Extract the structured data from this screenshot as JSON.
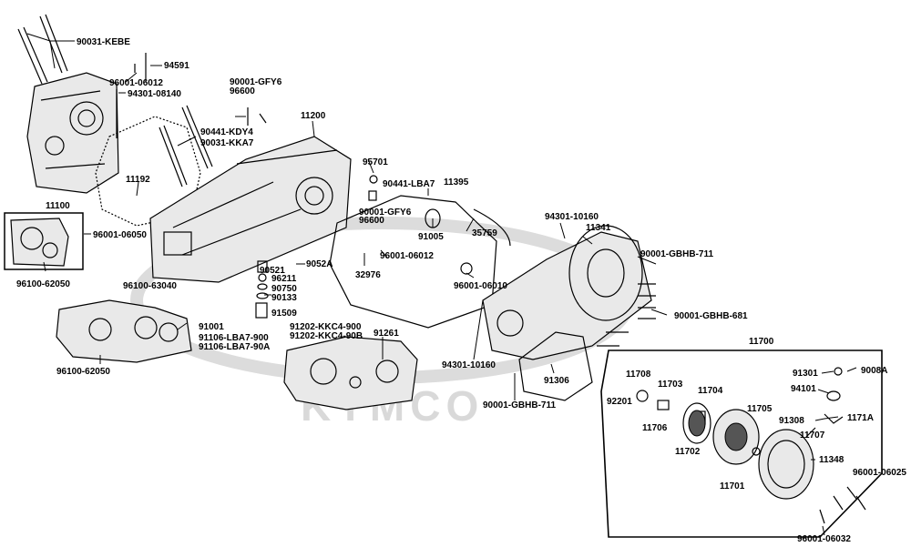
{
  "watermark": "KYMCO",
  "labels": {
    "p90031_kebe": "90031-KEBE",
    "p94591": "94591",
    "p96001_06012_a": "96001-06012",
    "p94301_08140": "94301-08140",
    "p90001_gfy6_a": "90001-GFY6",
    "p96600_a": "96600",
    "p90441_kdy4": "90441-KDY4",
    "p90031_kka7": "90031-KKA7",
    "p11200": "11200",
    "p11192": "11192",
    "p11100": "11100",
    "p96001_06050": "96001-06050",
    "p96100_62050_a": "96100-62050",
    "p95701": "95701",
    "p90441_lba7": "90441-LBA7",
    "p11395": "11395",
    "p90001_gfy6_b": "90001-GFY6",
    "p96600_b": "96600",
    "p91005": "91005",
    "p35759": "35759",
    "p94301_10160_a": "94301-10160",
    "p11341": "11341",
    "p90001_gbhb_711_a": "90001-GBHB-711",
    "p96001_06012_b": "96001-06012",
    "p32976": "32976",
    "p96001_06010": "96001-06010",
    "p90521": "90521",
    "p9052a": "9052A",
    "p96211": "96211",
    "p90750": "90750",
    "p90133": "90133",
    "p91509": "91509",
    "p96100_63040": "96100-63040",
    "p91001": "91001",
    "p91106_lba7_900": "91106-LBA7-900",
    "p91106_lba7_90a": "91106-LBA7-90A",
    "p96100_62050_b": "96100-62050",
    "p91202_kkc4_900": "91202-KKC4-900",
    "p91202_kkc4_90b": "91202-KKC4-90B",
    "p91261": "91261",
    "p90001_gbhb_681": "90001-GBHB-681",
    "p94301_10160_b": "94301-10160",
    "p91306": "91306",
    "p90001_gbhb_711_b": "90001-GBHB-711",
    "p11700": "11700",
    "p11708": "11708",
    "p11703": "11703",
    "p11704": "11704",
    "p92201": "92201",
    "p11706": "11706",
    "p11702": "11702",
    "p11705": "11705",
    "p11707": "11707",
    "p11701": "11701",
    "p11348": "11348",
    "p91301": "91301",
    "p9008a": "9008A",
    "p94101": "94101",
    "p91308": "91308",
    "p1171a": "1171A",
    "p96001_06025": "96001-06025",
    "p96001_06032": "96001-06032"
  }
}
